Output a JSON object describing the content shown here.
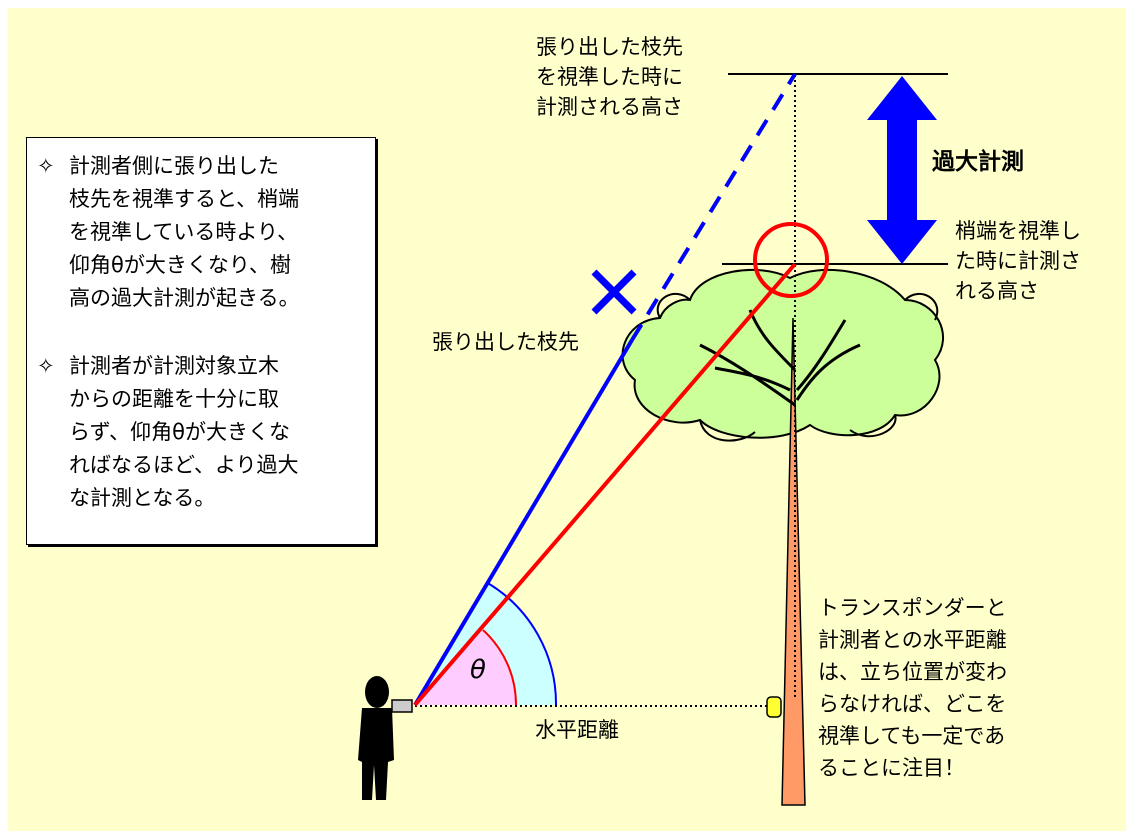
{
  "labels": {
    "branch_tip_height": "張り出した枝先\nを視準した時に\n計測される高さ",
    "treetop_height": "梢端を視準し\nた時に計測さ\nれる高さ",
    "overestimate": "過大計測",
    "branch_tip": "張り出した枝先",
    "horizontal_distance": "水平距離",
    "theta": "θ",
    "transponder_note": "トランスポンダーと\n計測者との水平距離\nは、立ち位置が変わ\nらなければ、どこを\n視準しても一定であ\nることに注目！"
  },
  "notes": [
    {
      "mark": "✧",
      "text": "計測者側に張り出した\n枝先を視準すると、梢端\nを視準している時より、\n仰角θが大きくなり、樹\n高の過大計測が起きる。"
    },
    {
      "mark": "✧",
      "text": "計測者が計測対象立木\nからの距離を十分に取\nらず、仰角θが大きくな\nればなるほど、より過大\nな計測となる。"
    }
  ],
  "colors": {
    "background": "#ffffcc",
    "branch_sight_line": "#0000ff",
    "treetop_sight_line": "#ff0000",
    "crown_fill": "#ccff99",
    "trunk_fill": "#ff9966",
    "angle_outer_fill": "#ccffff",
    "angle_inner_fill": "#ffccff",
    "overestimate_arrow": "#0000ff"
  }
}
